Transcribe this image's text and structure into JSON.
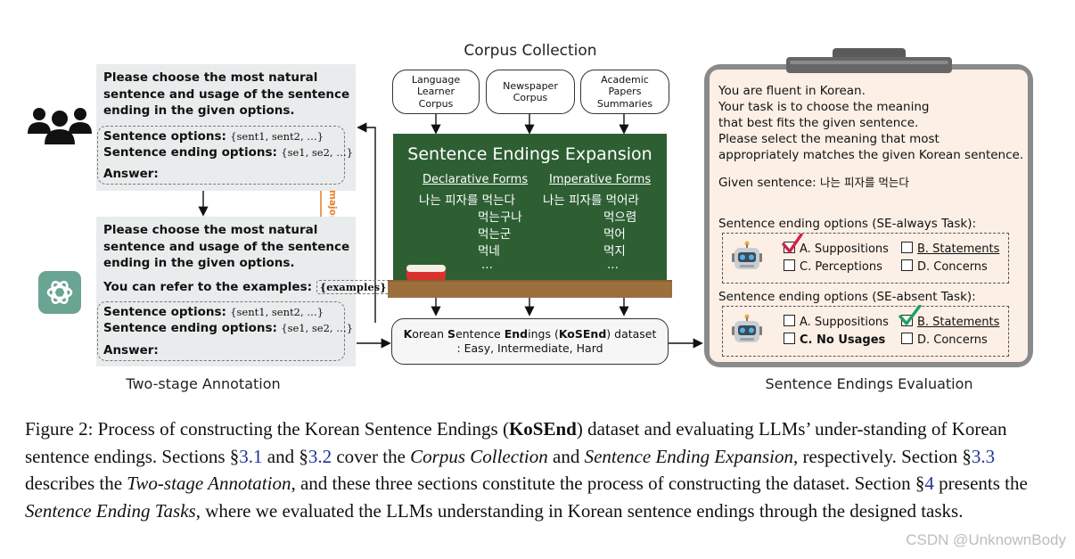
{
  "corpus": {
    "title": "Corpus Collection",
    "sources": [
      {
        "line1": "Language",
        "line2": "Learner",
        "line3": "Corpus"
      },
      {
        "line1": "Newspaper",
        "line2": "Corpus",
        "line3": ""
      },
      {
        "line1": "Academic",
        "line2": "Papers",
        "line3": "Summaries"
      }
    ]
  },
  "annotation": {
    "stage_label": "Two-stage Annotation",
    "vote_label": "majority voted",
    "instruction": [
      "Please choose the most natural",
      "sentence and usage of the sentence",
      "ending in the given options."
    ],
    "refer_examples": "You can refer to the examples:",
    "examples_tag": "{examples}",
    "sentence_options_label": "Sentence options:",
    "sentence_options_value": "{sent1, sent2, …}",
    "ending_options_label": "Sentence ending options:",
    "ending_options_value": "{se1, se2, …}",
    "answer_label": "Answer:"
  },
  "board": {
    "title": "Sentence Endings Expansion",
    "declarative": {
      "heading": "Declarative Forms",
      "words": [
        "나는 피자를 먹는다",
        "먹는구나",
        "먹는군",
        "먹네",
        "..."
      ]
    },
    "imperative": {
      "heading": "Imperative Forms",
      "words": [
        "나는 피자를 먹어라",
        "먹으렴",
        "먹어",
        "먹지",
        "..."
      ]
    }
  },
  "dataset": {
    "name_parts": [
      {
        "t": "K",
        "b": true
      },
      {
        "t": "orean ",
        "b": false
      },
      {
        "t": "S",
        "b": true
      },
      {
        "t": "entence ",
        "b": false
      },
      {
        "t": "End",
        "b": true
      },
      {
        "t": "ings (",
        "b": false
      },
      {
        "t": "KoSEnd",
        "b": true
      },
      {
        "t": ") dataset",
        "b": false
      }
    ],
    "levels": ": Easy, Intermediate, Hard"
  },
  "evaluation": {
    "label": "Sentence Endings Evaluation",
    "prompt": [
      "You are fluent in Korean.",
      "Your task is to choose the meaning",
      "that best fits the given sentence.",
      "Please select the meaning that most",
      "appropriately matches the given Korean sentence."
    ],
    "given_label": "Given sentence: ",
    "given_value": "나는 피자를 먹는다",
    "task1_header": "Sentence ending options (SE-always Task):",
    "task1_options": [
      "A. Suppositions",
      "B. Statements",
      "C. Perceptions",
      "D. Concerns"
    ],
    "task2_header": "Sentence ending options (SE-absent Task):",
    "task2_options": [
      "A. Suppositions",
      "B. Statements",
      "C. No Usages",
      "D. Concerns"
    ],
    "colors": {
      "wrong_check": "#d1224a",
      "right_check": "#1f9f63"
    }
  },
  "caption": {
    "parts": [
      {
        "t": "Figure 2: Process of constructing the Korean Sentence Endings (",
        "s": ""
      },
      {
        "t": "KoSEnd",
        "s": "b"
      },
      {
        "t": ") dataset and evaluating LLMs’ under-standing of Korean sentence endings. Sections §",
        "s": ""
      },
      {
        "t": "3.1",
        "s": "a"
      },
      {
        "t": " and §",
        "s": ""
      },
      {
        "t": "3.2",
        "s": "a"
      },
      {
        "t": " cover the ",
        "s": ""
      },
      {
        "t": "Corpus Collection",
        "s": "i"
      },
      {
        "t": " and ",
        "s": ""
      },
      {
        "t": "Sentence Ending Expansion",
        "s": "i"
      },
      {
        "t": ", respectively. Section §",
        "s": ""
      },
      {
        "t": "3.3",
        "s": "a"
      },
      {
        "t": " describes the ",
        "s": ""
      },
      {
        "t": "Two-stage Annotation",
        "s": "i"
      },
      {
        "t": ", and these three sections constitute the process of constructing the dataset. Section §",
        "s": ""
      },
      {
        "t": "4",
        "s": "a"
      },
      {
        "t": " presents the ",
        "s": ""
      },
      {
        "t": "Sentence Ending Tasks",
        "s": "i"
      },
      {
        "t": ", where we evaluated the LLMs understanding in Korean sentence endings through the designed tasks.",
        "s": ""
      }
    ]
  },
  "watermark": "CSDN @UnknownBody"
}
